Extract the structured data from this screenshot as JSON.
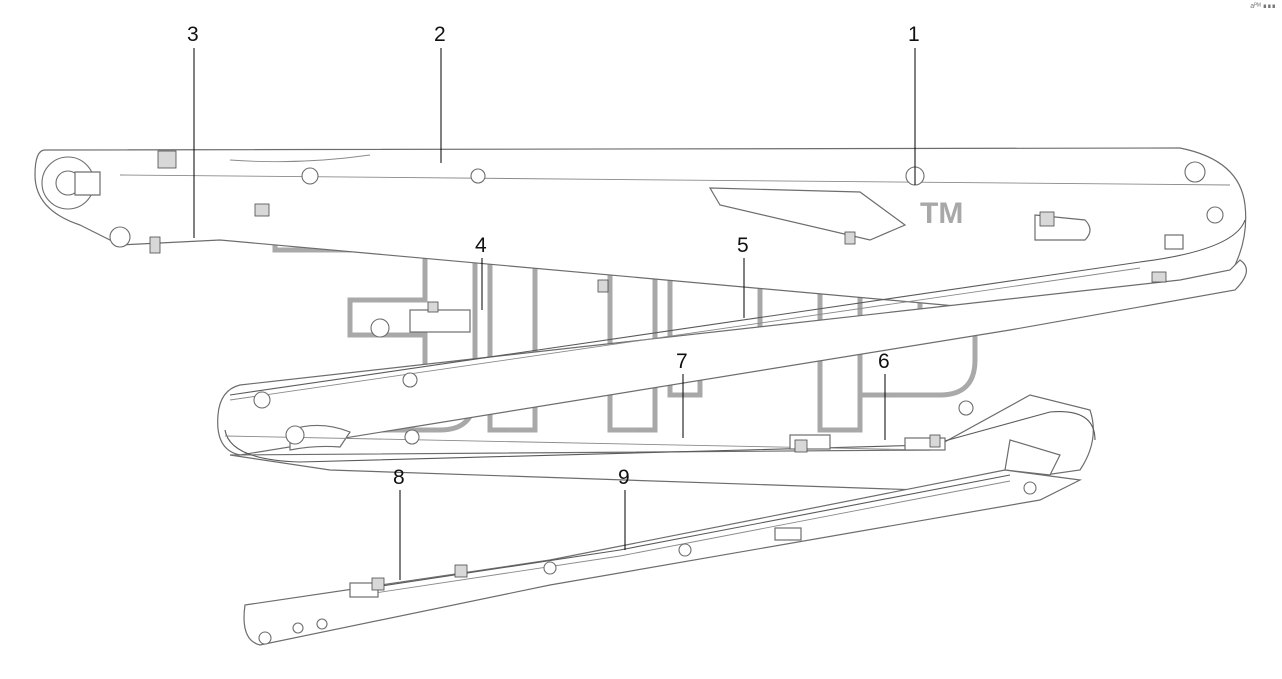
{
  "corner_text": "аᴾᴹ ∎∎∎",
  "watermark": {
    "mark": "TM"
  },
  "callouts": [
    {
      "id": "c1",
      "label": "1"
    },
    {
      "id": "c2",
      "label": "2"
    },
    {
      "id": "c3",
      "label": "3"
    },
    {
      "id": "c4",
      "label": "4"
    },
    {
      "id": "c5",
      "label": "5"
    },
    {
      "id": "c6",
      "label": "6"
    },
    {
      "id": "c7",
      "label": "7"
    },
    {
      "id": "c8",
      "label": "8"
    },
    {
      "id": "c9",
      "label": "9"
    }
  ]
}
